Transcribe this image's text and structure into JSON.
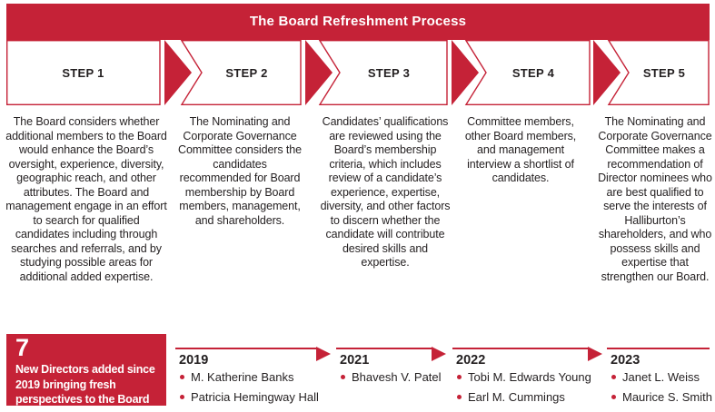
{
  "colors": {
    "accent_red": "#C52237",
    "text_dark": "#231F20",
    "background": "#FFFFFF"
  },
  "banner": {
    "title": "The Board Refreshment Process"
  },
  "steps": [
    {
      "label": "STEP 1",
      "description": "The Board considers whether additional members to the Board would enhance the Board’s oversight, experience, diversity, geographic reach, and other attributes. The Board and management engage in an effort to search for qualified candidates including through searches and referrals, and by studying possible areas for additional added expertise."
    },
    {
      "label": "STEP 2",
      "description": "The Nominating and Corporate Governance Committee considers the candidates recommended for Board membership by Board members, management, and shareholders."
    },
    {
      "label": "STEP 3",
      "description": "Candidates’ qualifications are reviewed using the Board’s membership criteria, which includes review of a candidate’s experience, expertise, diversity, and other factors to discern whether the candidate will contribute desired skills and expertise."
    },
    {
      "label": "STEP 4",
      "description": "Committee members, other Board members, and management interview a shortlist of candidates."
    },
    {
      "label": "STEP 5",
      "description": "The Nominating and Corporate Governance Committee makes a recommendation of Director nominees who are best qualified to serve the interests of Halliburton’s shareholders, and who possess skills and expertise that strengthen our Board."
    }
  ],
  "highlight": {
    "number": "7",
    "text": "New Directors added since 2019 bringing fresh perspectives to the Board"
  },
  "timeline": [
    {
      "year": "2019",
      "names": [
        "M. Katherine Banks",
        "Patricia Hemingway Hall"
      ]
    },
    {
      "year": "2021",
      "names": [
        "Bhavesh V. Patel"
      ]
    },
    {
      "year": "2022",
      "names": [
        "Tobi M. Edwards Young",
        "Earl M. Cummings"
      ]
    },
    {
      "year": "2023",
      "names": [
        "Janet L. Weiss",
        "Maurice S. Smith"
      ]
    }
  ]
}
